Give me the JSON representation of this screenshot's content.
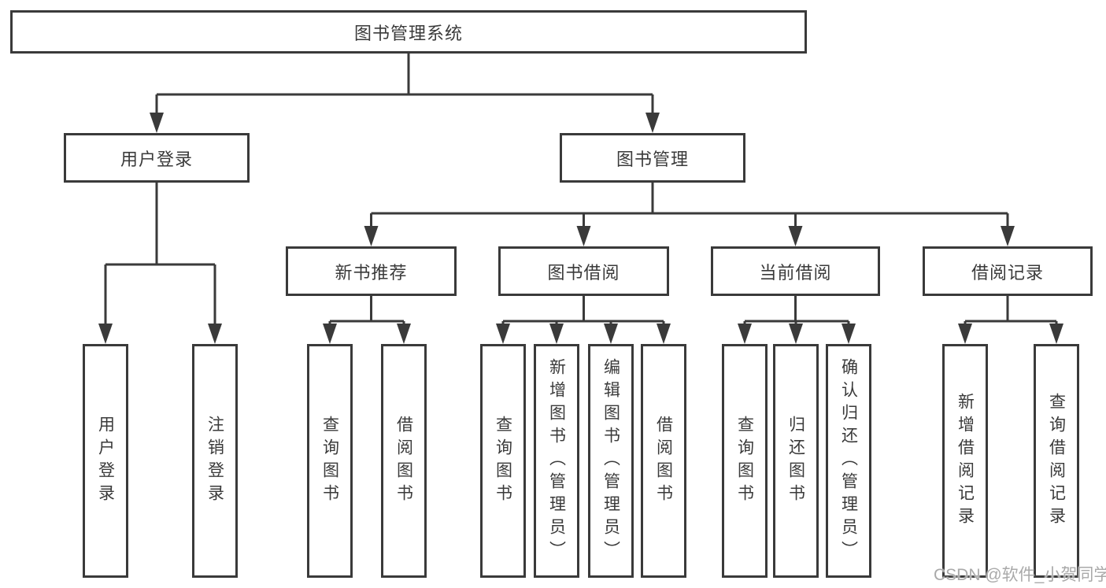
{
  "diagram": {
    "type": "hierarchy-tree",
    "colors": {
      "border": "#3a3a3a",
      "line": "#3a3a3a",
      "text": "#3a3a3a",
      "background": "#ffffff",
      "watermark": "#a9a9a9"
    },
    "root": {
      "label": "图书管理系统",
      "children": [
        {
          "label": "用户登录",
          "children": [
            {
              "label": "用户登录"
            },
            {
              "label": "注销登录"
            }
          ]
        },
        {
          "label": "图书管理",
          "children": [
            {
              "label": "新书推荐",
              "children": [
                {
                  "label": "查询图书"
                },
                {
                  "label": "借阅图书"
                }
              ]
            },
            {
              "label": "图书借阅",
              "children": [
                {
                  "label": "查询图书"
                },
                {
                  "label": "新增图书（管理员）"
                },
                {
                  "label": "编辑图书（管理员）"
                },
                {
                  "label": "借阅图书"
                }
              ]
            },
            {
              "label": "当前借阅",
              "children": [
                {
                  "label": "查询图书"
                },
                {
                  "label": "归还图书"
                },
                {
                  "label": "确认归还（管理员）"
                }
              ]
            },
            {
              "label": "借阅记录",
              "children": [
                {
                  "label": "新增借阅记录"
                },
                {
                  "label": "查询借阅记录"
                }
              ]
            }
          ]
        }
      ]
    }
  },
  "watermark": {
    "text": "CSDN @软件_小贺同学"
  }
}
